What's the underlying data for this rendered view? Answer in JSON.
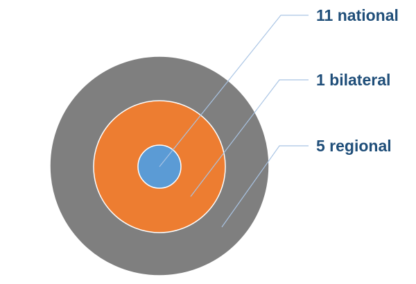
{
  "colors": {
    "outer_ring": "#7f7f7f",
    "middle_ring": "#ed7d31",
    "inner_circle": "#5b9bd5",
    "ring_stroke": "#ffffff",
    "leader_line": "#a9c4e4",
    "label_text": "#1f4e79"
  },
  "diagram": {
    "labels": {
      "national": "11 national",
      "bilateral": "1 bilateral",
      "regional": "5 regional"
    }
  }
}
